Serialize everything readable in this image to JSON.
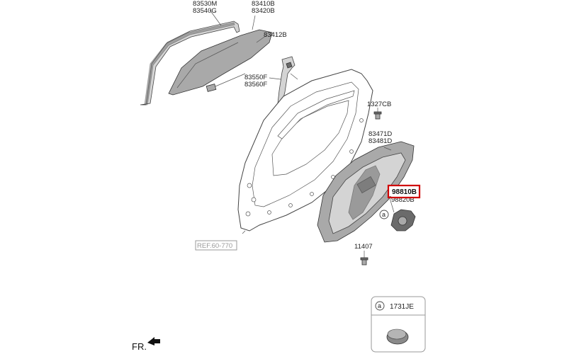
{
  "labels": {
    "p83530m": "83530M",
    "p83540g": "83540G",
    "p83410b": "83410B",
    "p83420b": "83420B",
    "p83412b": "83412B",
    "p83550f": "83550F",
    "p83560f": "83560F",
    "p1327cb": "1327CB",
    "p83471d": "83471D",
    "p83481d": "83481D",
    "p98810b": "98810B",
    "p98820b": "98820B",
    "p11407": "11407"
  },
  "reference": "REF.60-770",
  "front_marker": "FR.",
  "legend": {
    "key": "a",
    "part": "1731JE"
  },
  "callout_key": "a",
  "highlight_color": "#d00000"
}
